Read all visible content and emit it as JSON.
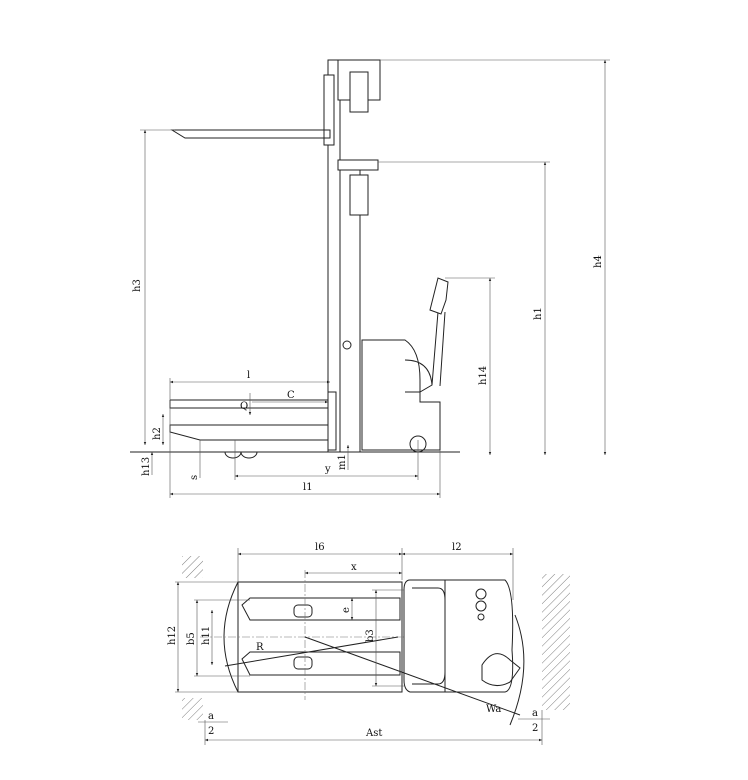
{
  "side_view": {
    "labels": {
      "l": "l",
      "C": "C",
      "Q": "Q",
      "h2": "h2",
      "h13": "h13",
      "s": "s",
      "m1": "m1",
      "y": "y",
      "l1": "l1",
      "h3": "h3",
      "h4": "h4",
      "h1": "h1",
      "h14": "h14"
    }
  },
  "top_view": {
    "labels": {
      "l6": "l6",
      "l2": "l2",
      "x": "x",
      "e": "e",
      "b5": "b5",
      "h11": "h11",
      "b3": "b3",
      "h12": "h12",
      "R": "R",
      "Wa": "Wa",
      "a_left": "a",
      "two_left": "2",
      "a_right": "a",
      "two_right": "2",
      "Ast": "Ast"
    }
  }
}
